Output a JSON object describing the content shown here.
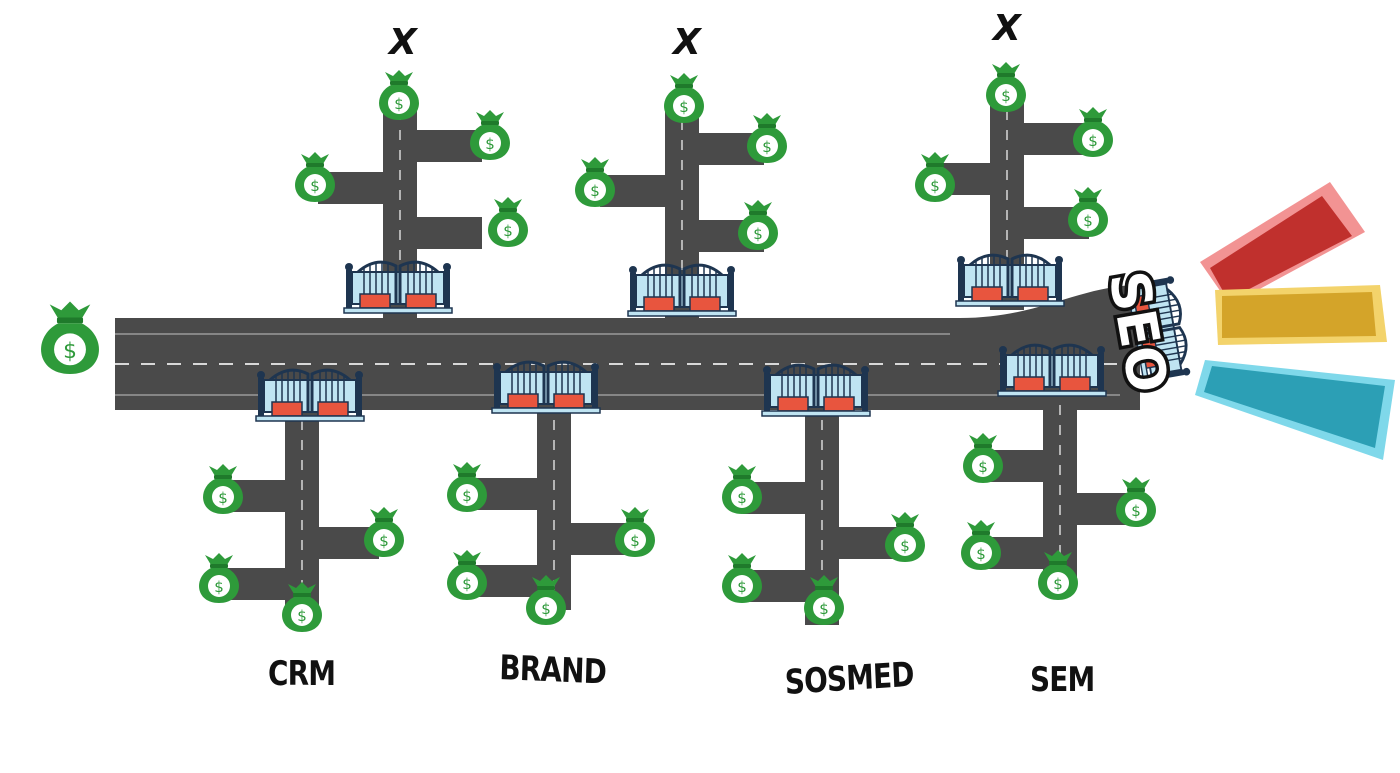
{
  "labels": {
    "crm": "CRM",
    "brand": "BRAND",
    "sosmed": "SOSMED",
    "sem": "SEM",
    "seo": "SEO",
    "blocked_1": "X",
    "blocked_2": "X",
    "blocked_3": "X"
  },
  "icons": {
    "money_bag": "money-bag-icon",
    "gate": "gate-icon"
  },
  "colors": {
    "road": "#4a4a4a",
    "lane_mark": "#d8d8d8",
    "bag": "#2e9a3a",
    "gate_frame": "#1e3550",
    "gate_fill": "#bfe4f2",
    "gate_plate": "#e8553e",
    "seo_red": "#c0302d",
    "seo_yellow": "#d4a429",
    "seo_blue": "#2c9fb5"
  }
}
